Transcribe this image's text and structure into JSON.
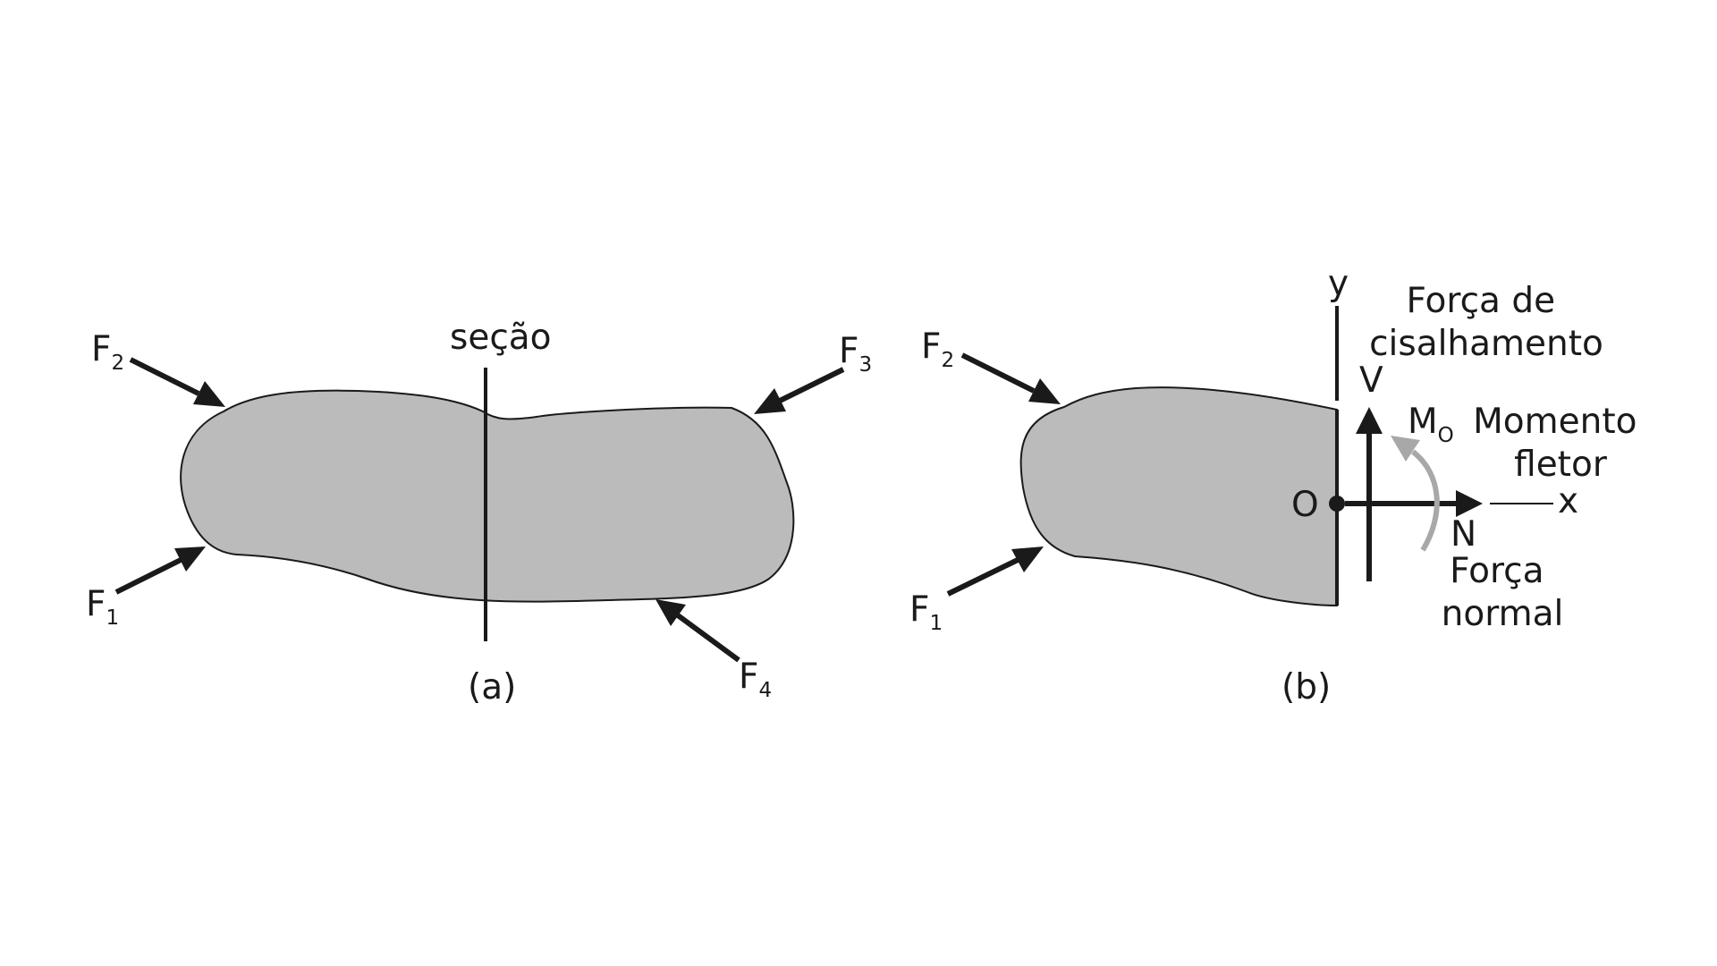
{
  "colors": {
    "body_fill": "#bbbbbb",
    "ink": "#1a1a1a",
    "moment_arrow": "#a8a8a8"
  },
  "figure_a": {
    "caption": "(a)",
    "section_label": "seção",
    "forces": {
      "f1": {
        "letter": "F",
        "index": "1"
      },
      "f2": {
        "letter": "F",
        "index": "2"
      },
      "f3": {
        "letter": "F",
        "index": "3"
      },
      "f4": {
        "letter": "F",
        "index": "4"
      }
    }
  },
  "figure_b": {
    "caption": "(b)",
    "forces": {
      "f1": {
        "letter": "F",
        "index": "1"
      },
      "f2": {
        "letter": "F",
        "index": "2"
      }
    },
    "axis_y_label": "y",
    "axis_x_label": "x",
    "origin_label": "O",
    "shear": {
      "symbol": "V",
      "label_line1": "Força de",
      "label_line2": "cisalhamento"
    },
    "moment": {
      "symbol": "M",
      "index": "O",
      "label_line1": "Momento",
      "label_line2": "fletor"
    },
    "normal": {
      "symbol": "N",
      "label_line1": "Força",
      "label_line2": "normal"
    }
  }
}
